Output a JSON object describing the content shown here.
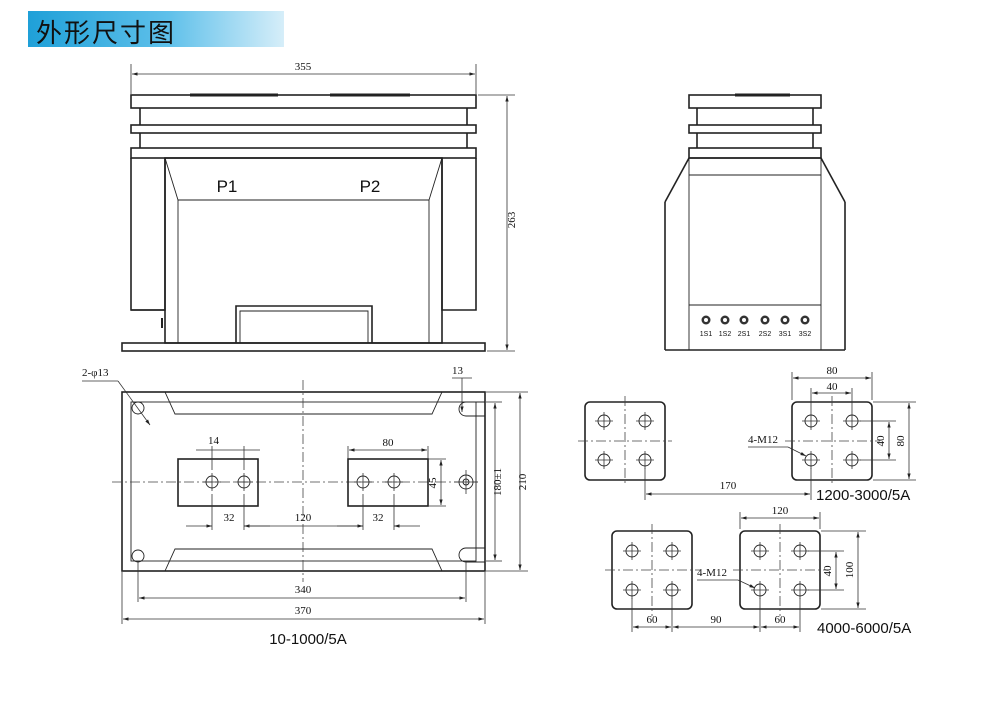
{
  "title": "外形尺寸图",
  "front_view": {
    "width_label": "355",
    "height_label": "263",
    "p1": "P1",
    "p2": "P2"
  },
  "side_view": {
    "terminals": [
      "1S1",
      "1S2",
      "2S1",
      "2S2",
      "3S1",
      "3S2"
    ]
  },
  "base_view": {
    "hole_label": "2-φ13",
    "slot_label": "13",
    "d14": "14",
    "d80": "80",
    "d45": "45",
    "d32a": "32",
    "d120": "120",
    "d32b": "32",
    "d180": "180±1",
    "d210": "210",
    "d340": "340",
    "d370": "370",
    "caption": "10-1000/5A"
  },
  "variant_a": {
    "d80": "80",
    "d40": "40",
    "d40v": "40",
    "d80v": "80",
    "holes": "4-M12",
    "d170": "170",
    "caption": "1200-3000/5A"
  },
  "variant_b": {
    "d120": "120",
    "d40v": "40",
    "d100v": "100",
    "holes": "4-M12",
    "d60a": "60",
    "d90": "90",
    "d60b": "60",
    "caption": "4000-6000/5A"
  }
}
